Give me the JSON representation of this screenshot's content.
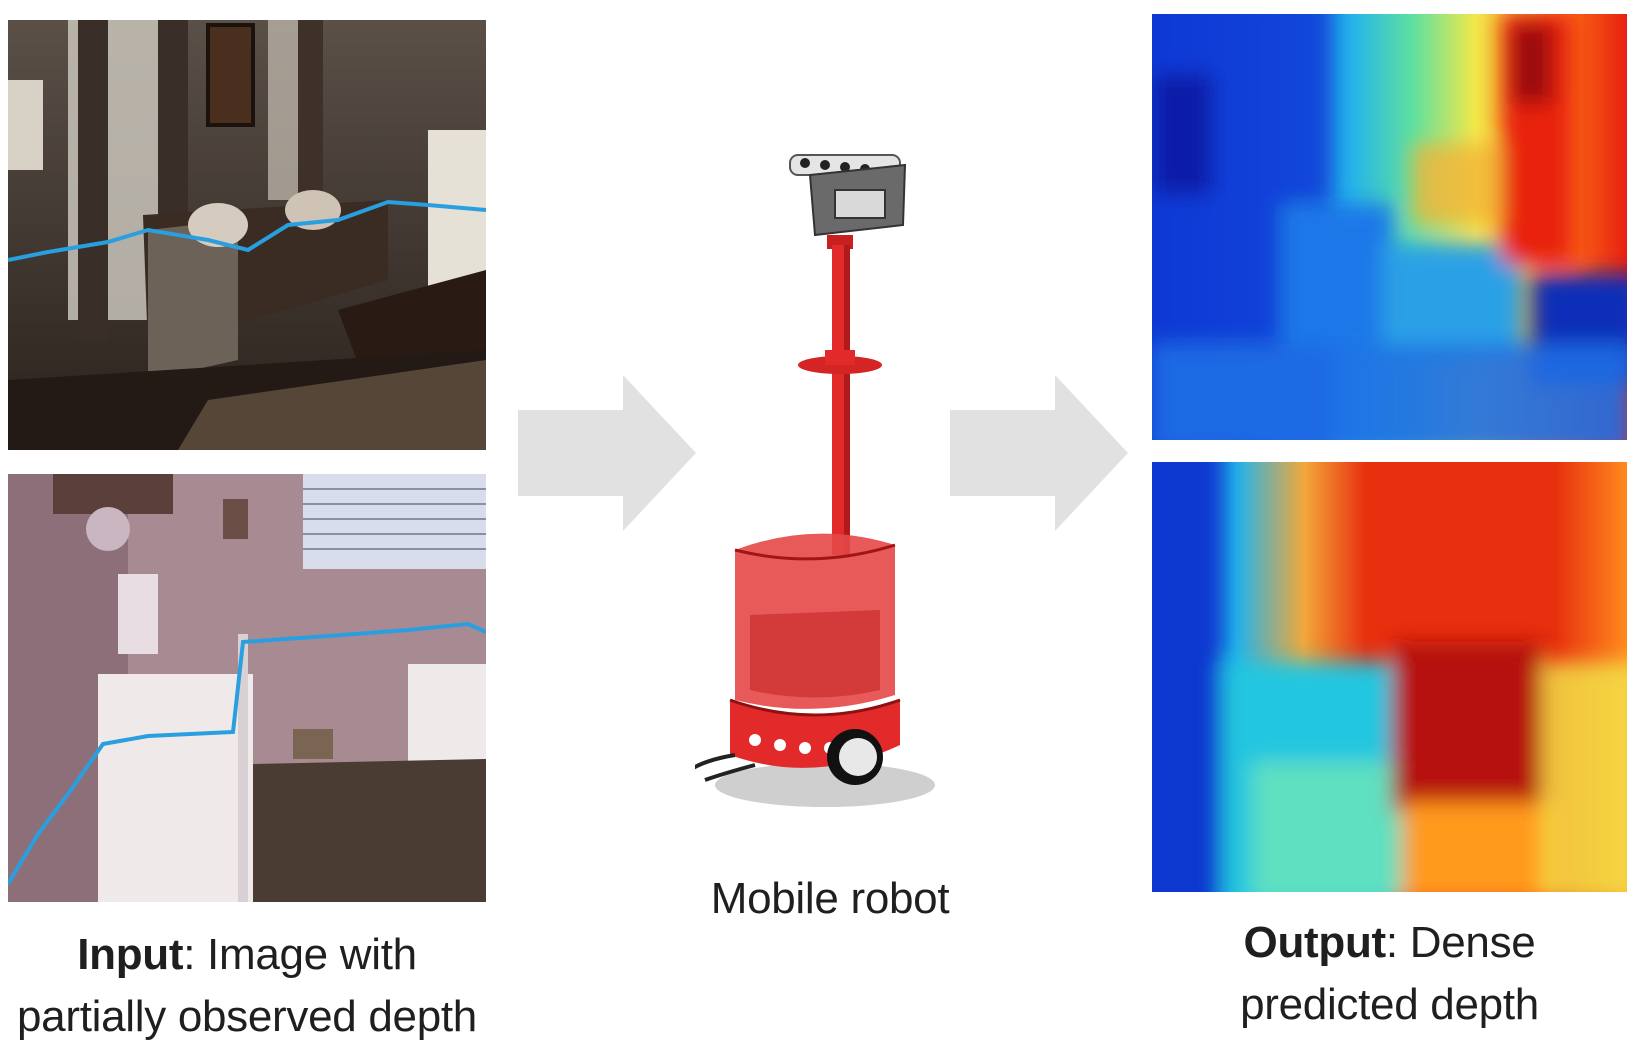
{
  "captions": {
    "input": {
      "bold": "Input",
      "rest_line1": ": Image with",
      "line2": "partially observed depth"
    },
    "robot": "Mobile robot",
    "output": {
      "bold": "Output",
      "rest_line1": ": Dense",
      "line2": "predicted depth"
    }
  },
  "colors": {
    "depth_scale": [
      "#0a1fb8",
      "#1e6fe6",
      "#24c6e0",
      "#5fe0a0",
      "#f2e84a",
      "#ff9a1e",
      "#e8200f",
      "#8e0a0a"
    ],
    "sparse_depth_line": "#2a9fe0",
    "arrow": "#e1e1e1",
    "robot": "#e22a2a"
  }
}
